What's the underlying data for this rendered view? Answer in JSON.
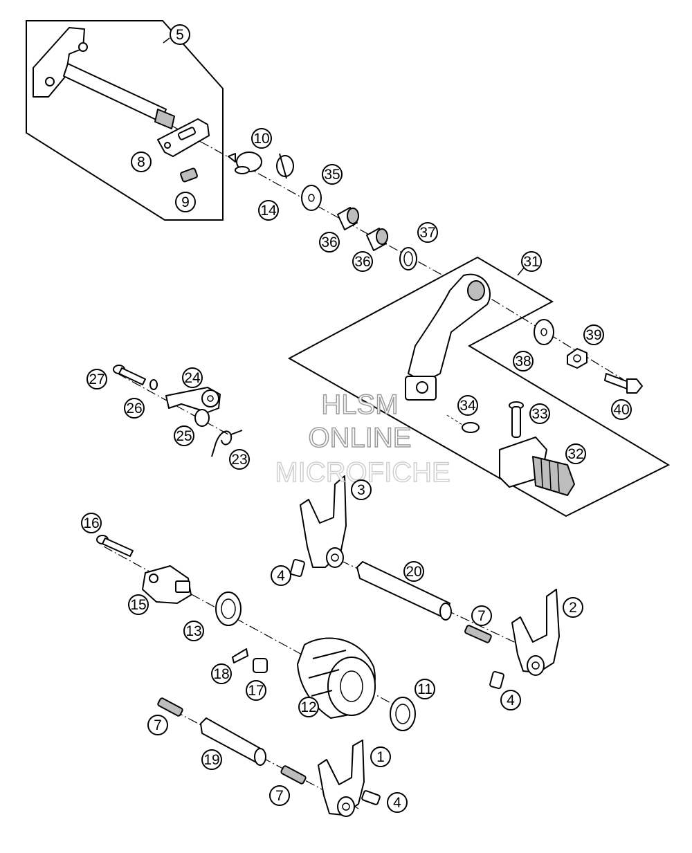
{
  "watermark": {
    "line1": "HLSM",
    "line2": "ONLINE",
    "line3": "MICROFICHE"
  },
  "callouts": [
    {
      "id": "c5",
      "label": "5"
    },
    {
      "id": "c8",
      "label": "8"
    },
    {
      "id": "c9",
      "label": "9"
    },
    {
      "id": "c10",
      "label": "10"
    },
    {
      "id": "c14",
      "label": "14"
    },
    {
      "id": "c35",
      "label": "35"
    },
    {
      "id": "c36a",
      "label": "36"
    },
    {
      "id": "c36b",
      "label": "36"
    },
    {
      "id": "c37",
      "label": "37"
    },
    {
      "id": "c31",
      "label": "31"
    },
    {
      "id": "c39",
      "label": "39"
    },
    {
      "id": "c38",
      "label": "38"
    },
    {
      "id": "c40",
      "label": "40"
    },
    {
      "id": "c34",
      "label": "34"
    },
    {
      "id": "c33",
      "label": "33"
    },
    {
      "id": "c32",
      "label": "32"
    },
    {
      "id": "c27",
      "label": "27"
    },
    {
      "id": "c24",
      "label": "24"
    },
    {
      "id": "c26",
      "label": "26"
    },
    {
      "id": "c25",
      "label": "25"
    },
    {
      "id": "c23",
      "label": "23"
    },
    {
      "id": "c3",
      "label": "3"
    },
    {
      "id": "c16",
      "label": "16"
    },
    {
      "id": "c4a",
      "label": "4"
    },
    {
      "id": "c20",
      "label": "20"
    },
    {
      "id": "c15",
      "label": "15"
    },
    {
      "id": "c7a",
      "label": "7"
    },
    {
      "id": "c2",
      "label": "2"
    },
    {
      "id": "c13",
      "label": "13"
    },
    {
      "id": "c18",
      "label": "18"
    },
    {
      "id": "c17",
      "label": "17"
    },
    {
      "id": "c12",
      "label": "12"
    },
    {
      "id": "c11",
      "label": "11"
    },
    {
      "id": "c4b",
      "label": "4"
    },
    {
      "id": "c7b",
      "label": "7"
    },
    {
      "id": "c19",
      "label": "19"
    },
    {
      "id": "c1",
      "label": "1"
    },
    {
      "id": "c7c",
      "label": "7"
    },
    {
      "id": "c4c",
      "label": "4"
    }
  ]
}
